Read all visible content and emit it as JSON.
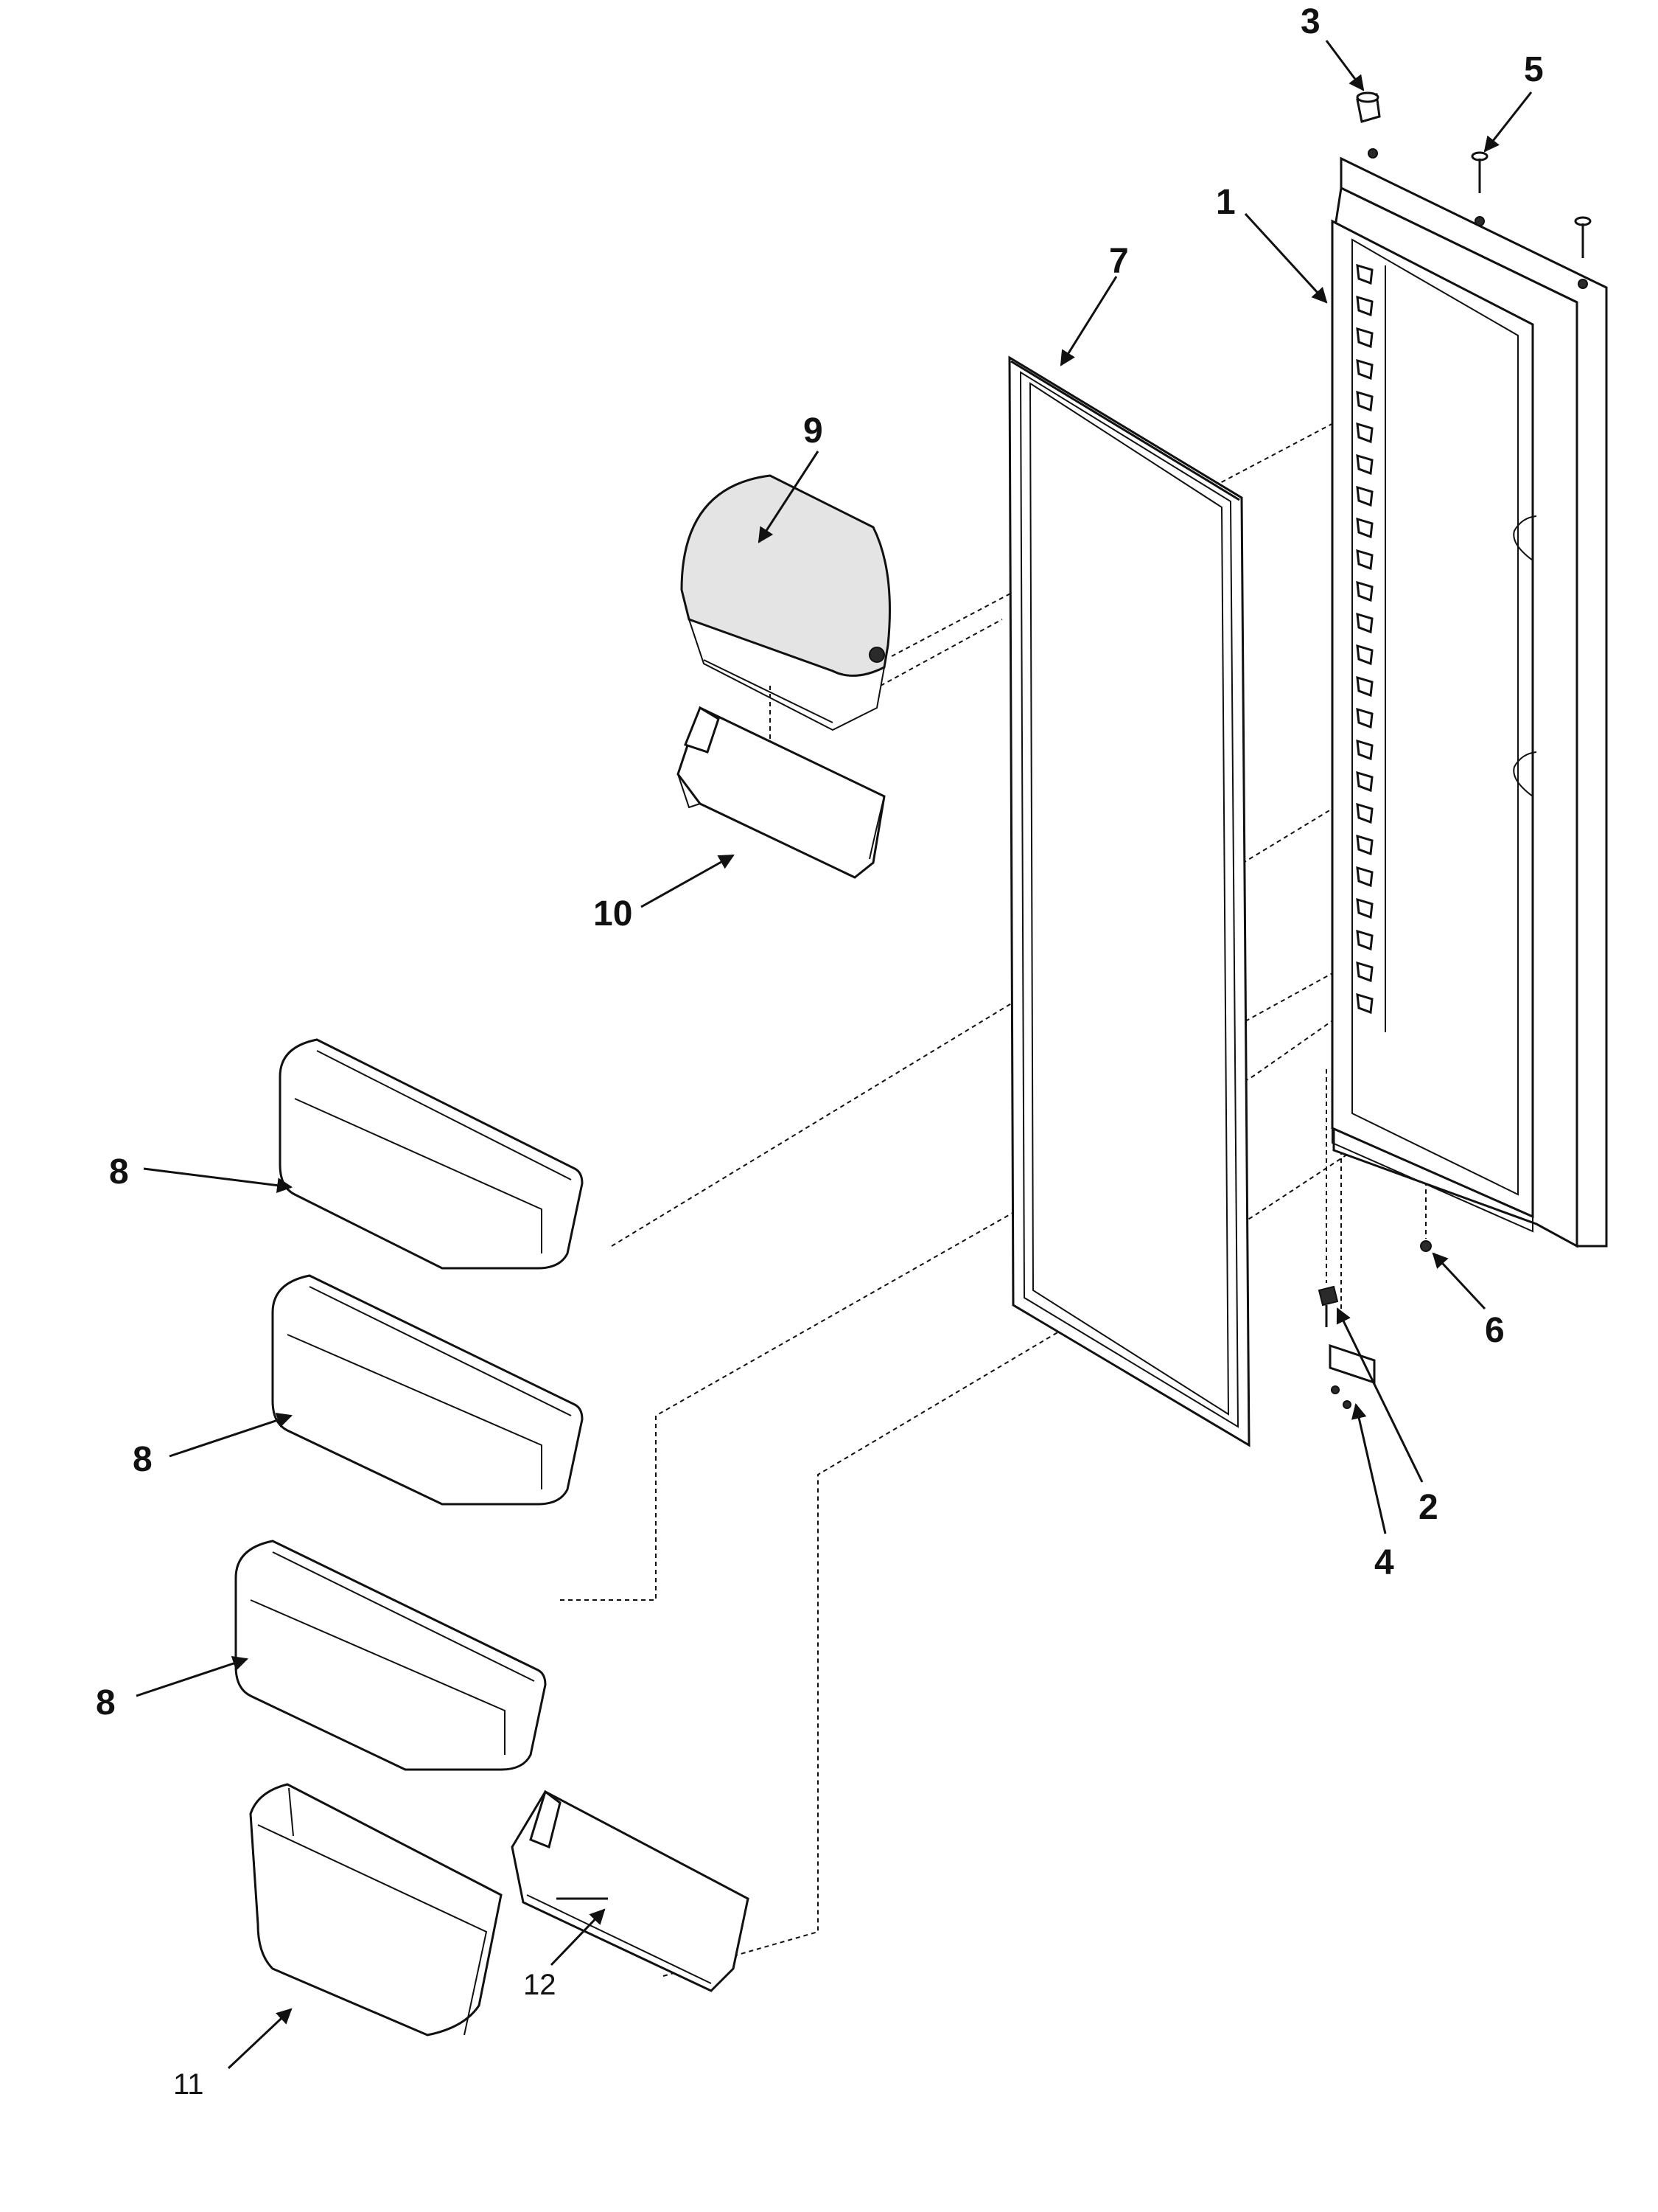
{
  "callouts": [
    {
      "id": "3",
      "label": "3"
    },
    {
      "id": "5",
      "label": "5"
    },
    {
      "id": "1",
      "label": "1"
    },
    {
      "id": "7",
      "label": "7"
    },
    {
      "id": "9",
      "label": "9"
    },
    {
      "id": "10",
      "label": "10"
    },
    {
      "id": "8a",
      "label": "8"
    },
    {
      "id": "8b",
      "label": "8"
    },
    {
      "id": "8c",
      "label": "8"
    },
    {
      "id": "6",
      "label": "6"
    },
    {
      "id": "2",
      "label": "2"
    },
    {
      "id": "4",
      "label": "4"
    },
    {
      "id": "11",
      "label": "11"
    },
    {
      "id": "12",
      "label": "12"
    }
  ]
}
